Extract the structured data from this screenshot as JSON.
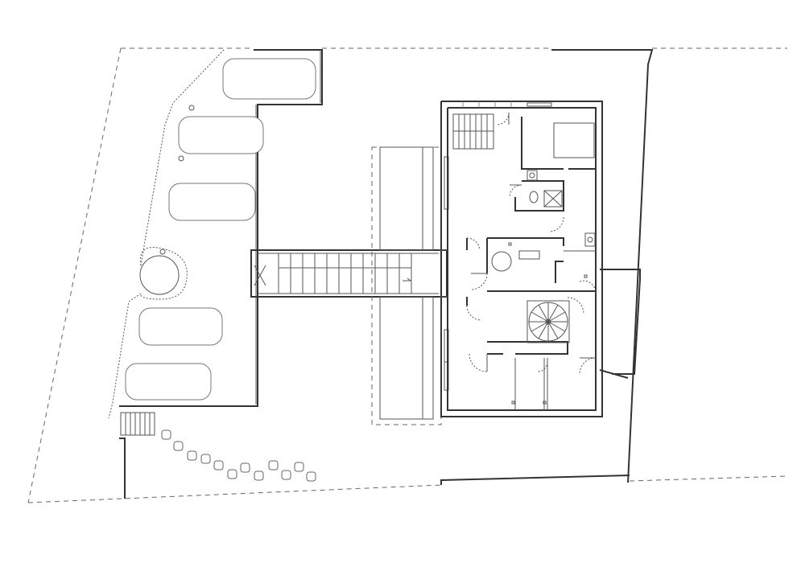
{
  "drawing": {
    "type": "architectural-floor-plan",
    "background": "#ffffff",
    "line_color": "#333333",
    "parked_car_count": 5,
    "stepping_stone_count": 11,
    "spiral_stair_steps": 12
  }
}
